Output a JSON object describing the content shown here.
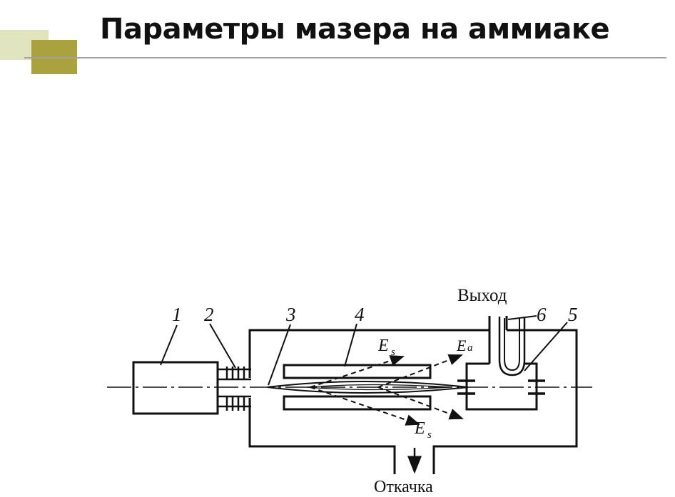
{
  "title": "Параметры мазера на аммиаке",
  "diagram": {
    "labels": {
      "n1": "1",
      "n2": "2",
      "n3": "3",
      "n4": "4",
      "n5": "5",
      "n6": "6",
      "output": "Выход",
      "pumping": "Откачка",
      "es_main": "E",
      "es_sub": "s",
      "ea_main": "E",
      "ea_sub": "a"
    }
  }
}
